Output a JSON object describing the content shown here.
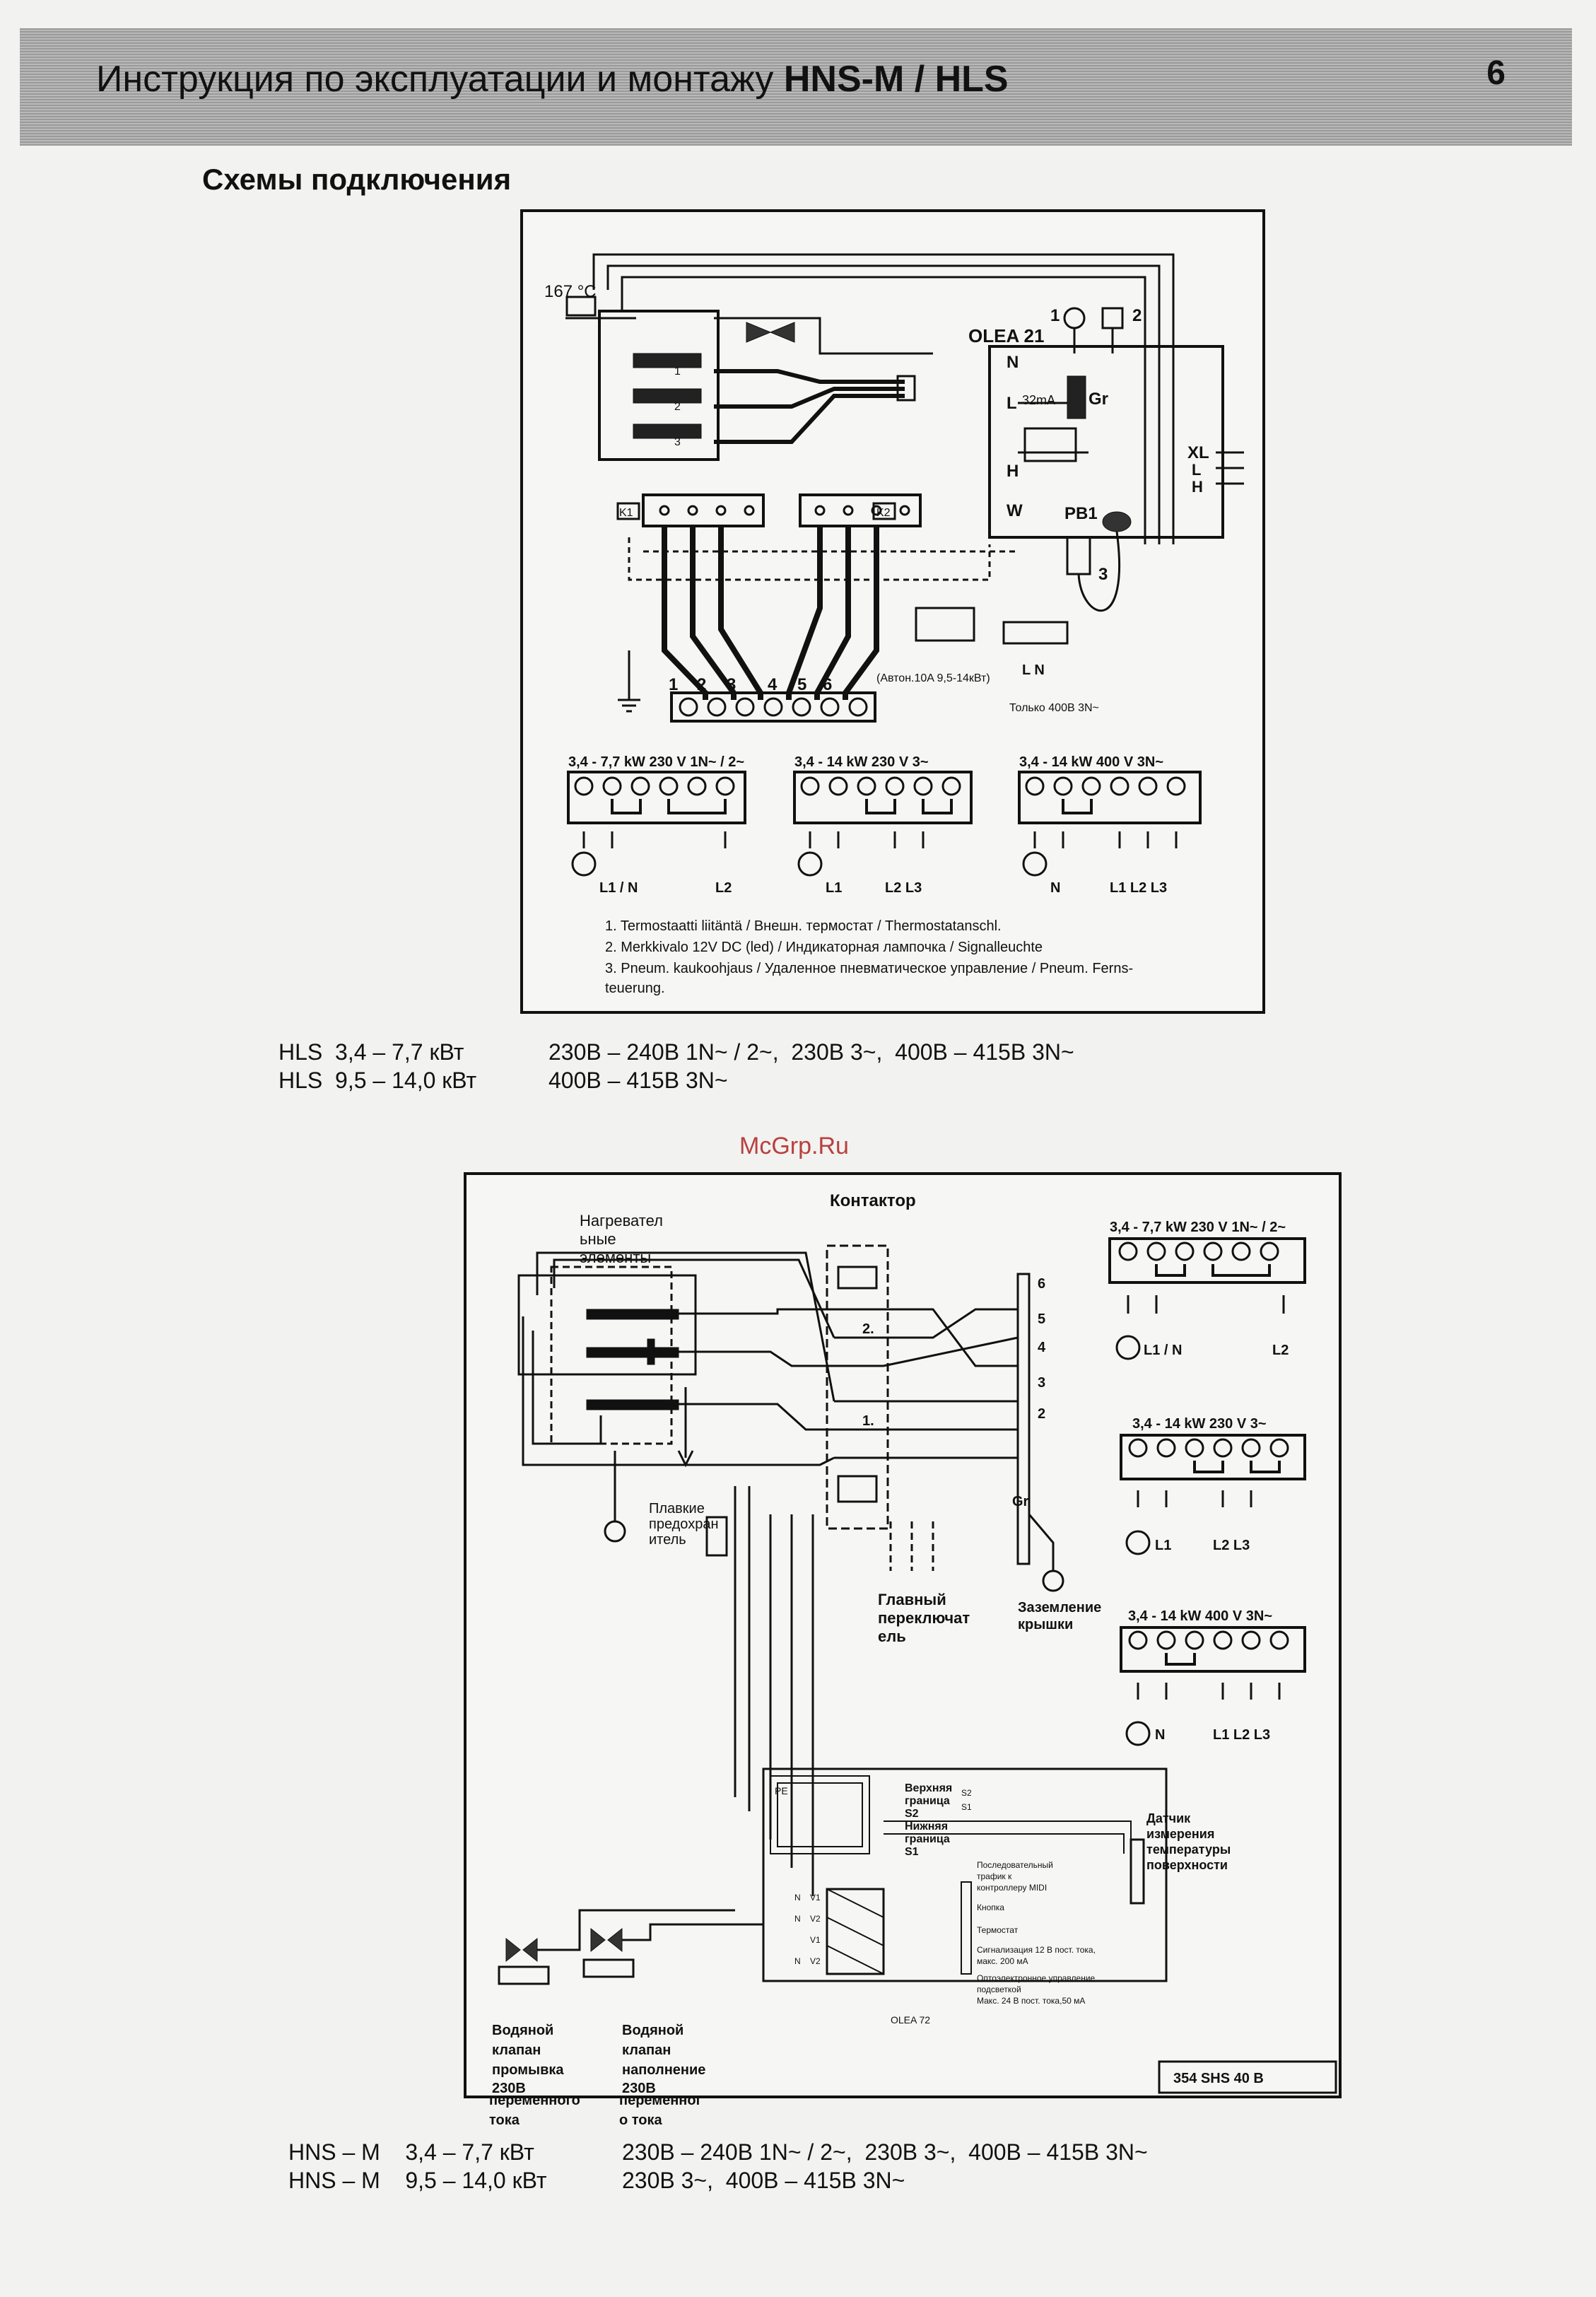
{
  "header": {
    "title_prefix": "Инструкция по эксплуатации и монтажу ",
    "title_models": "HNS-M / HLS",
    "page_number": "6"
  },
  "section_title": "Схемы подключения",
  "diagram1": {
    "temp_label": "167 °C",
    "controller": "OLEA 21",
    "terminal_N": "N",
    "terminal_L": "L",
    "fuse": "32mA",
    "gr": "Gr",
    "xl": "XL",
    "xl_L": "L",
    "xl_H": "H",
    "H": "H",
    "W": "W",
    "pb1": "PB1",
    "k1": "K1",
    "k2": "K2",
    "point1": "1",
    "point2": "2",
    "point3": "3",
    "heater_labels": [
      "1",
      "2",
      "3"
    ],
    "terminal_numbers": [
      "1",
      "2",
      "3",
      "4",
      "5",
      "6"
    ],
    "circuit_breaker": "(Автон.10A  9,5-14кВт)",
    "l_n_label": "L  N",
    "only_400": "Только 400В 3N~",
    "blocks": [
      {
        "title": "3,4 - 7,7 kW 230 V  1N~ / 2~",
        "lines": "L1 / N",
        "extra": "L2"
      },
      {
        "title": "3,4 - 14 kW 230 V  3~",
        "lines": "L1",
        "extra": "L2  L3"
      },
      {
        "title": "3,4 - 14 kW 400 V  3N~",
        "lines": "N",
        "extra": "L1  L2  L3"
      }
    ],
    "notes": [
      "1. Termostaatti liitäntä / Внешн. термостат / Thermostatanschl.",
      "2. Merkkivalo 12V DC (led) / Индикаторная лампочка / Signalleuchte",
      "3. Pneum. kaukoohjaus / Удаленное пневматическое управление / Pneum. Ferns-",
      "teuerung."
    ]
  },
  "caption1": {
    "line1_model": "HLS",
    "line1_power": "3,4 – 7,7 кВт",
    "line1_voltage": "230В – 240В 1N~ / 2~,  230В 3~,  400В – 415В 3N~",
    "line2_model": "HLS",
    "line2_power": "9,5 – 14,0 кВт",
    "line2_voltage": "400В – 415В 3N~"
  },
  "watermark": "McGrp.Ru",
  "diagram2": {
    "heaters_label": [
      "Нагревател",
      "ьные",
      "элементы"
    ],
    "contactor_label": "Контактор",
    "fuse_label": [
      "Плавкие",
      "предохран",
      "итель"
    ],
    "main_switch_label": [
      "Главный",
      "переключат",
      "ель"
    ],
    "lid_ground_label": [
      "Заземление",
      "крышки"
    ],
    "gr": "Gr",
    "terminal_numbers": [
      "6",
      "5",
      "4",
      "3",
      "2"
    ],
    "contactor_marks": [
      "2.",
      "1."
    ],
    "blocks": [
      {
        "title": "3,4 - 7,7 kW 230 V  1N~ / 2~",
        "lines": "L1 / N",
        "extra": "L2"
      },
      {
        "title": "3,4 - 14 kW 230 V  3~",
        "lines": "L1",
        "extra": "L2  L3"
      },
      {
        "title": "3,4 - 14 kW 400 V  3N~",
        "lines": "N",
        "extra": "L1  L2  L3"
      }
    ],
    "level_labels": [
      "Верхняя",
      "граница",
      "S2",
      "Нижняя",
      "граница",
      "S1"
    ],
    "pe": "PE",
    "s2": "S2",
    "s1": "S1",
    "sensor_label": [
      "Датчик",
      "измерения",
      "температуры",
      "поверхности"
    ],
    "olea": "OLEA 72",
    "small_labels": [
      "Последовательный",
      "трафик к",
      "контроллеру MIDI",
      "Кнопка",
      "Термостат",
      "Сигнализация 12  В пост. тока,",
      "макс. 200 мА",
      "Оптоэлектронное управление",
      "подсветкой",
      "Макс. 24 В пост. тока,50 мА"
    ],
    "valve_pins": [
      "N",
      "V1",
      "N",
      "V2",
      "V1",
      "N",
      "V2"
    ],
    "valve1_label": [
      "Водяной",
      "клапан",
      "промывка",
      "230В",
      "переменного",
      "тока"
    ],
    "valve2_label": [
      "Водяной",
      "клапан",
      "наполнение",
      "230В",
      "переменног",
      "о тока"
    ],
    "stamp": "354  SHS  40 B"
  },
  "caption2": {
    "line1_model": "HNS – M",
    "line1_power": "3,4 – 7,7 кВт",
    "line1_voltage": "230В – 240В 1N~ / 2~,  230В 3~,  400В – 415В 3N~",
    "line2_model": "HNS – M",
    "line2_power": "9,5 – 14,0 кВт",
    "line2_voltage": "230В 3~,  400В – 415В 3N~"
  }
}
